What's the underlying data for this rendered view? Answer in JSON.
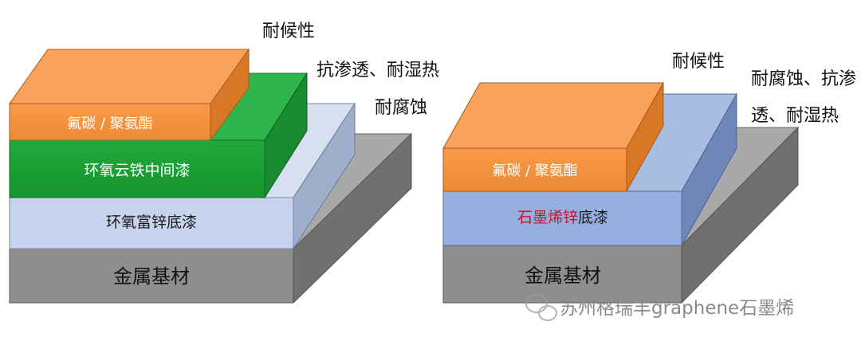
{
  "left_diagram": {
    "layers": {
      "top_coat": "氟碳 / 聚氨酯",
      "middle_coat": "环氧云铁中间漆",
      "primer": "环氧富锌底漆",
      "substrate": "金属基材"
    },
    "annotations": {
      "weather": "耐候性",
      "permeation": "抗渗透、耐湿热",
      "corrosion": "耐腐蚀"
    }
  },
  "right_diagram": {
    "layers": {
      "top_coat": "氟碳 / 聚氨酯",
      "primer_highlight": "石墨烯锌",
      "primer_suffix": "底漆",
      "substrate": "金属基材"
    },
    "annotations": {
      "weather": "耐候性",
      "corrosion_line1": "耐腐蚀、抗渗",
      "corrosion_line2": "透、耐湿热"
    }
  },
  "watermark": {
    "text": "苏州格瑞丰graphene石墨烯",
    "icon": "wechat-icon"
  },
  "colors": {
    "orange": "#F79646",
    "green": "#1FA33A",
    "light_blue": "#C9D6EE",
    "blue": "#95B0E0",
    "gray": "#8C8C8C",
    "highlight_red": "#C0172F"
  }
}
